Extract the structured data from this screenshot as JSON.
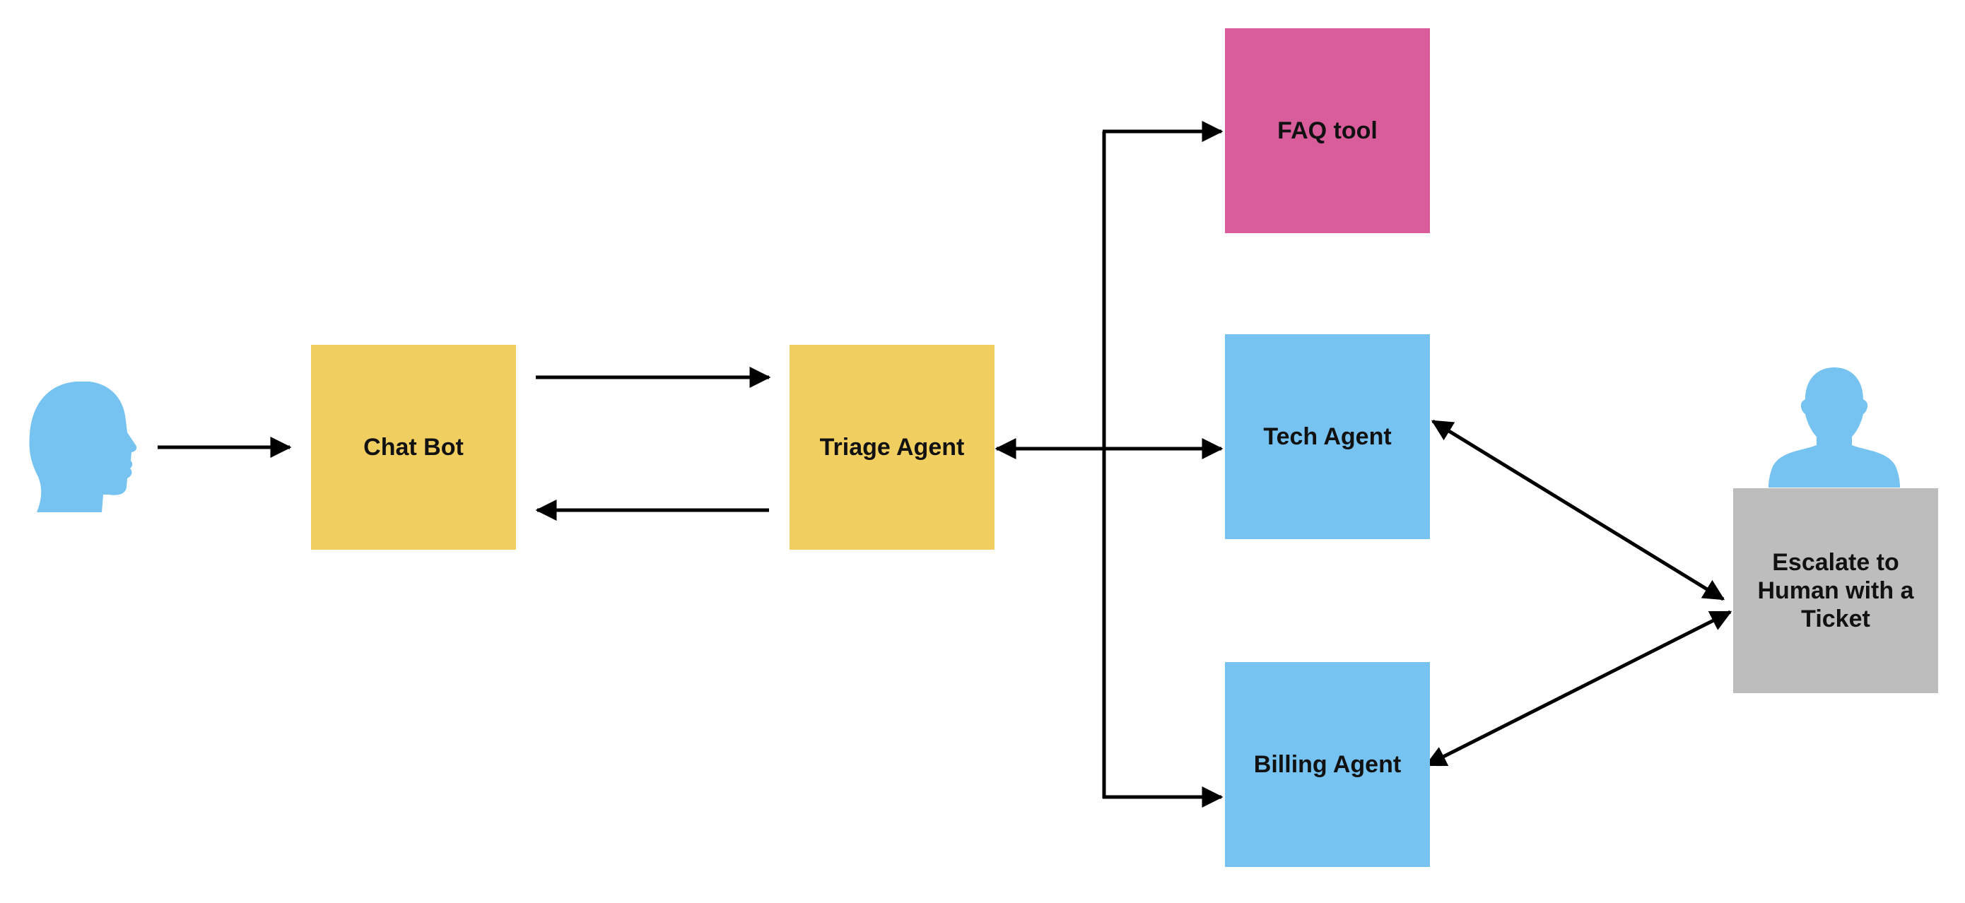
{
  "colors": {
    "chat_bot": "#F0CE60",
    "triage": "#F0CE60",
    "faq": "#D95C9B",
    "agents": "#76C2F0",
    "escalate": "#BDBDBD",
    "person": "#76C2F0",
    "arrow": "#000000"
  },
  "nodes": {
    "chat_bot": "Chat Bot",
    "triage_agent": "Triage Agent",
    "faq_tool": "FAQ tool",
    "tech_agent": "Tech Agent",
    "billing_agent": "Billing Agent",
    "escalate": "Escalate to Human with a Ticket"
  },
  "icons": {
    "customer": "human-head-icon",
    "support_agent": "person-bust-icon"
  }
}
